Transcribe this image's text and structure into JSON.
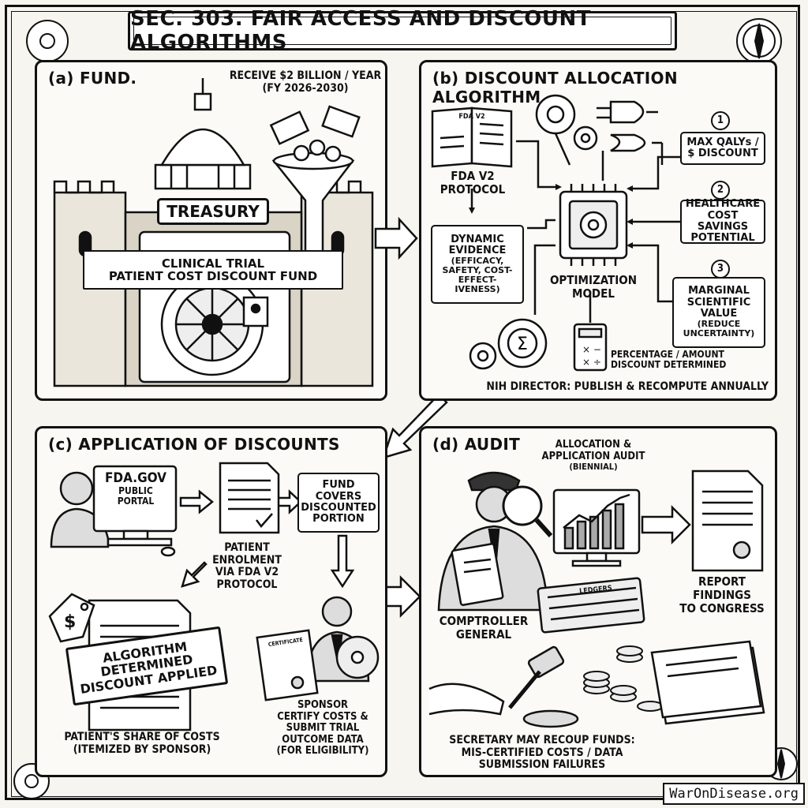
{
  "title": "SEC. 303. FAIR ACCESS AND DISCOUNT ALGORITHMS",
  "watermark": "WarOnDisease.org",
  "panel_a": {
    "heading": "(a) FUND.",
    "funding_line1": "RECEIVE $2 BILLION / YEAR",
    "funding_line2": "(FY 2026-2030)",
    "treasury": "TREASURY",
    "banner_line1": "CLINICAL TRIAL",
    "banner_line2": "PATIENT COST DISCOUNT FUND"
  },
  "panel_b": {
    "heading": "(b) DISCOUNT ALLOCATION ALGORITHM.",
    "book_label": "FDA v2",
    "protocol_line1": "FDA v2",
    "protocol_line2": "PROTOCOL",
    "evidence_line1": "DYNAMIC",
    "evidence_line2": "EVIDENCE",
    "evidence_line3": "(EFFICACY,",
    "evidence_line4": "SAFETY, COST-",
    "evidence_line5": "EFFECT-",
    "evidence_line6": "IVENESS)",
    "model_line1": "OPTIMIZATION",
    "model_line2": "MODEL",
    "criteria": [
      {
        "num": "1",
        "line1": "MAX QALYs /",
        "line2": "$ DISCOUNT",
        "line3": "",
        "line4": "",
        "line5": ""
      },
      {
        "num": "2",
        "line1": "HEALTHCARE",
        "line2": "COST SAVINGS",
        "line3": "POTENTIAL",
        "line4": "",
        "line5": ""
      },
      {
        "num": "3",
        "line1": "MARGINAL",
        "line2": "SCIENTIFIC",
        "line3": "VALUE",
        "line4": "(REDUCE",
        "line5": "UNCERTAINTY)"
      }
    ],
    "discount_line1": "PERCENTAGE / AMOUNT",
    "discount_line2": "DISCOUNT DETERMINED",
    "nih_note": "NIH DIRECTOR: PUBLISH & RECOMPUTE ANNUALLY"
  },
  "panel_c": {
    "heading": "(c) APPLICATION OF DISCOUNTS",
    "portal_line1": "FDA.gov",
    "portal_line2": "PUBLIC",
    "portal_line3": "PORTAL",
    "enrol_line1": "PATIENT",
    "enrol_line2": "ENROLMENT",
    "enrol_line3": "VIA FDA v2",
    "enrol_line4": "PROTOCOL",
    "fund_line1": "FUND",
    "fund_line2": "COVERS",
    "fund_line3": "DISCOUNTED",
    "fund_line4": "PORTION",
    "stamp_line1": "ALGORITHM",
    "stamp_line2": "DETERMINED",
    "stamp_line3": "DISCOUNT APPLIED",
    "share_line1": "PATIENT'S SHARE OF COSTS",
    "share_line2": "(ITEMIZED BY SPONSOR)",
    "certificate": "CERTIFICATE",
    "sponsor_line1": "SPONSOR",
    "sponsor_line2": "CERTIFY COSTS &",
    "sponsor_line3": "SUBMIT TRIAL",
    "sponsor_line4": "OUTCOME DATA",
    "sponsor_line5": "(FOR ELIGIBILITY)"
  },
  "panel_d": {
    "heading": "(d) AUDIT",
    "audit_line1": "ALLOCATION &",
    "audit_line2": "APPLICATION AUDIT",
    "audit_line3": "(BIENNIAL)",
    "ledgers": "LEDGERS",
    "comptroller_line1": "COMPTROLLER",
    "comptroller_line2": "GENERAL",
    "report_line1": "REPORT",
    "report_line2": "FINDINGS",
    "report_line3": "TO CONGRESS",
    "recoup_line1": "SECRETARY MAY RECOUP FUNDS:",
    "recoup_line2": "MIS-CERTIFIED COSTS / DATA",
    "recoup_line3": "SUBMISSION FAILURES"
  }
}
